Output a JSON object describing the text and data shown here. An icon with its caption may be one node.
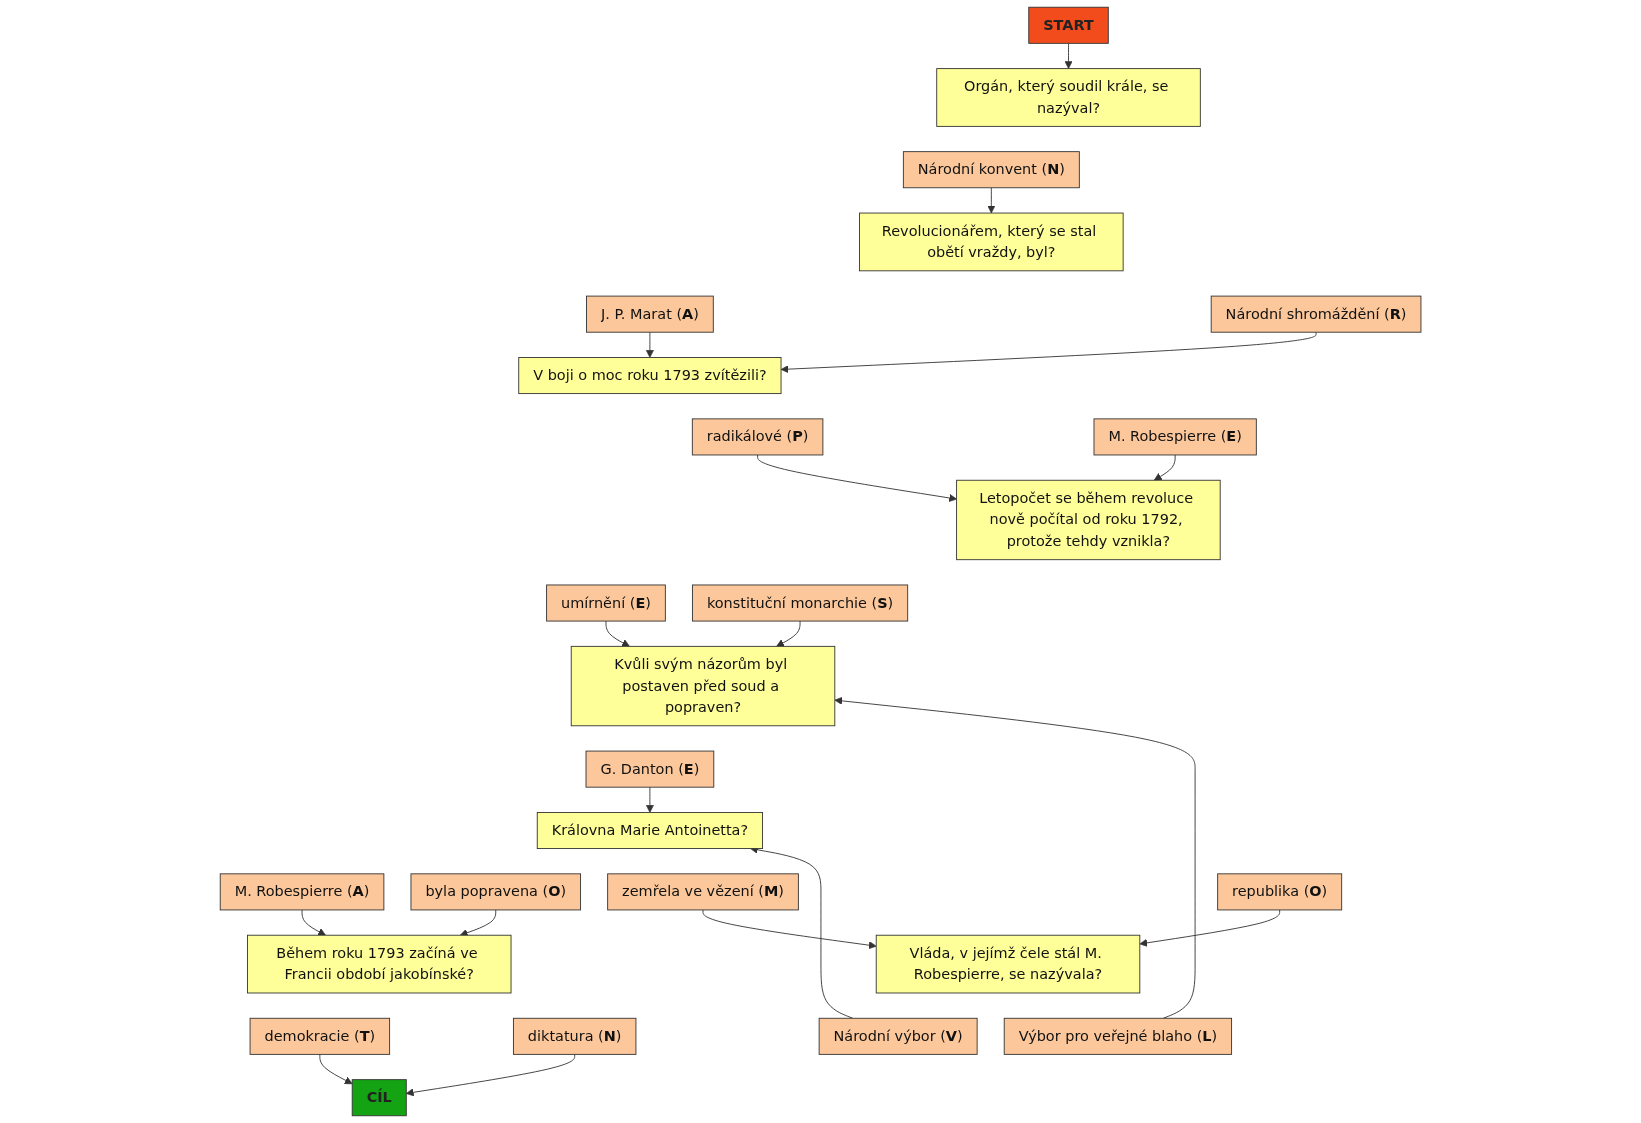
{
  "diagram": {
    "nodes": [
      {
        "text": [
          "START"
        ]
      },
      {
        "text": [
          "Národní konvent (**N**)"
        ]
      },
      {
        "text": [
          "Orgán, který soudil krále, se nazýval?"
        ]
      },
      {
        "text": [
          "Národní shromáždění (**R**)"
        ]
      },
      {
        "text": [
          "Revolucionářem, který se stal obětí vraždy, byl?"
        ]
      },
      {
        "text": [
          "J. P. Marat (**A**)"
        ]
      },
      {
        "text": [
          "M. Robespierre (**E**)"
        ]
      },
      {
        "text": [
          "V boji o moc roku 1793 zvítězili?"
        ]
      },
      {
        "text": [
          "umírnění (**E**)"
        ]
      },
      {
        "text": [
          "radikálové (**P**)"
        ]
      },
      {
        "text": [
          "Letopočet se během revoluce nově počítal od roku 1792, protože tehdy vznikla?"
        ]
      },
      {
        "text": [
          "konstituční monarchie (**S**)"
        ]
      },
      {
        "text": [
          "republika (**O**)"
        ]
      },
      {
        "text": [
          "CÍL"
        ]
      },
      {
        "text": [
          "demokracie (**T**)"
        ]
      },
      {
        "text": [
          "diktatura (**N**)"
        ]
      },
      {
        "text": [
          "Během roku 1793 začíná ve Francii období jakobínské?"
        ]
      },
      {
        "text": [
          "M. Robespierre (**A**)"
        ]
      },
      {
        "text": [
          "Kvůli svým názorům byl postaven před soud a popraven?"
        ]
      },
      {
        "text": [
          "G. Danton (**E**)"
        ]
      },
      {
        "text": [
          "byla popravena (**O**)"
        ]
      },
      {
        "text": [
          "Výbor pro veřejné blaho (**L**)"
        ]
      },
      {
        "text": [
          "Královna Marie Antoinetta?"
        ]
      },
      {
        "text": [
          "Národní výbor (**V**)"
        ]
      },
      {
        "text": [
          "Vláda, v jejímž čele stál M. Robespierre, se nazývala?"
        ]
      },
      {
        "text": [
          "zemřela ve vězení (**M**)"
        ]
      }
    ],
    "edges": [
      {
        "from": 0,
        "to": 2,
        "arrow": "to"
      },
      {
        "from": 1,
        "to": 4,
        "arrow": "to"
      },
      {
        "from": 3,
        "to": 7,
        "arrow": "to"
      },
      {
        "from": 5,
        "to": 7,
        "arrow": "to"
      },
      {
        "from": 6,
        "to": 10,
        "arrow": "to"
      },
      {
        "from": 8,
        "to": 18,
        "arrow": "to"
      },
      {
        "from": 9,
        "to": 10,
        "arrow": "to"
      },
      {
        "from": 11,
        "to": 18,
        "arrow": "to"
      },
      {
        "from": 12,
        "to": 24,
        "arrow": "to"
      },
      {
        "from": 14,
        "to": 13,
        "arrow": "to"
      },
      {
        "from": 15,
        "to": 13,
        "arrow": "to"
      },
      {
        "from": 17,
        "to": 16,
        "arrow": "to"
      },
      {
        "from": 19,
        "to": 22,
        "arrow": "to"
      },
      {
        "from": 20,
        "to": 16,
        "arrow": "to"
      },
      {
        "from": 21,
        "to": 18,
        "arrow": "to"
      },
      {
        "from": 23,
        "to": 22,
        "arrow": "to"
      },
      {
        "from": 25,
        "to": 24,
        "arrow": "to"
      }
    ]
  }
}
